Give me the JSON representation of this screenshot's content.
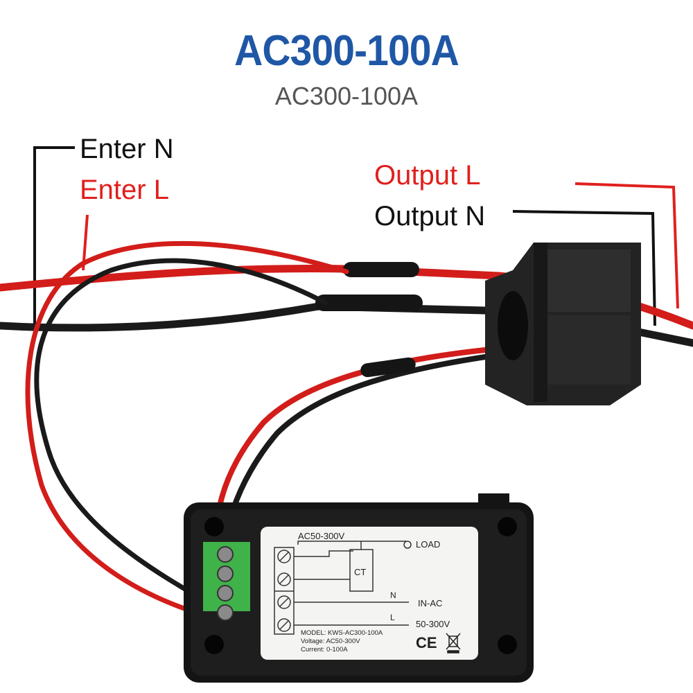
{
  "header": {
    "title": "AC300-100A",
    "subtitle": "AC300-100A"
  },
  "labels": {
    "enter_n": "Enter N",
    "enter_l": "Enter L",
    "output_l": "Output L",
    "output_n": "Output N"
  },
  "colors": {
    "title": "#1f57a6",
    "red_wire": "#e0201c",
    "black_wire": "#111111",
    "terminal_green": "#3fb24a"
  },
  "plate": {
    "voltage_top": "AC50-300V",
    "load": "LOAD",
    "ct": "CT",
    "n": "N",
    "in_ac": "IN-AC",
    "l": "L",
    "range": "50-300V",
    "model": "MODEL: KWS-AC300-100A",
    "voltage": "Voltage: AC50-300V",
    "current": "Current: 0-100A",
    "ce_mark": "CE"
  }
}
